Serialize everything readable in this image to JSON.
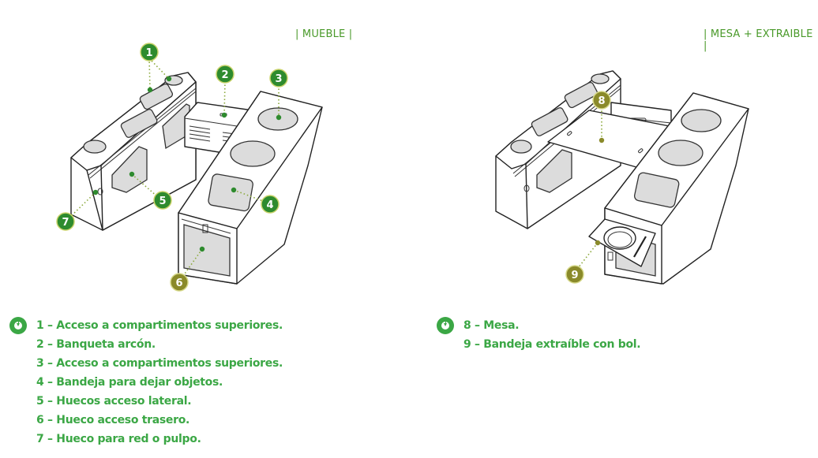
{
  "sections": {
    "left": {
      "title": "| MUEBLE |",
      "markers": [
        {
          "number": "1",
          "color": "#2e8b2e"
        },
        {
          "number": "2",
          "color": "#2e8b2e"
        },
        {
          "number": "3",
          "color": "#2e8b2e"
        },
        {
          "number": "4",
          "color": "#2e8b2e"
        },
        {
          "number": "5",
          "color": "#2e8b2e"
        },
        {
          "number": "6",
          "color": "#8a8a2a"
        },
        {
          "number": "7",
          "color": "#2e8b2e"
        }
      ],
      "legend_icon": "download-circle-icon",
      "legend": [
        "1 – Acceso a compartimentos superiores.",
        "2 – Banqueta arcón.",
        "3 – Acceso a compartimentos superiores.",
        "4 – Bandeja para dejar objetos.",
        "5 – Huecos acceso lateral.",
        "6 – Hueco acceso trasero.",
        "7 – Hueco para red o pulpo."
      ]
    },
    "right": {
      "title": "| MESA + EXTRAIBLE |",
      "markers": [
        {
          "number": "8",
          "color": "#8a8a2a"
        },
        {
          "number": "9",
          "color": "#8a8a2a"
        }
      ],
      "legend_icon": "download-circle-icon",
      "legend": [
        "8 – Mesa.",
        "9 – Bandeja extraíble con bol."
      ]
    }
  },
  "colors": {
    "accent_green": "#3ba745",
    "marker_green": "#2e8b2e",
    "marker_olive": "#8a8a2a",
    "panel_gray": "#dcdcdc",
    "line": "#222222"
  }
}
